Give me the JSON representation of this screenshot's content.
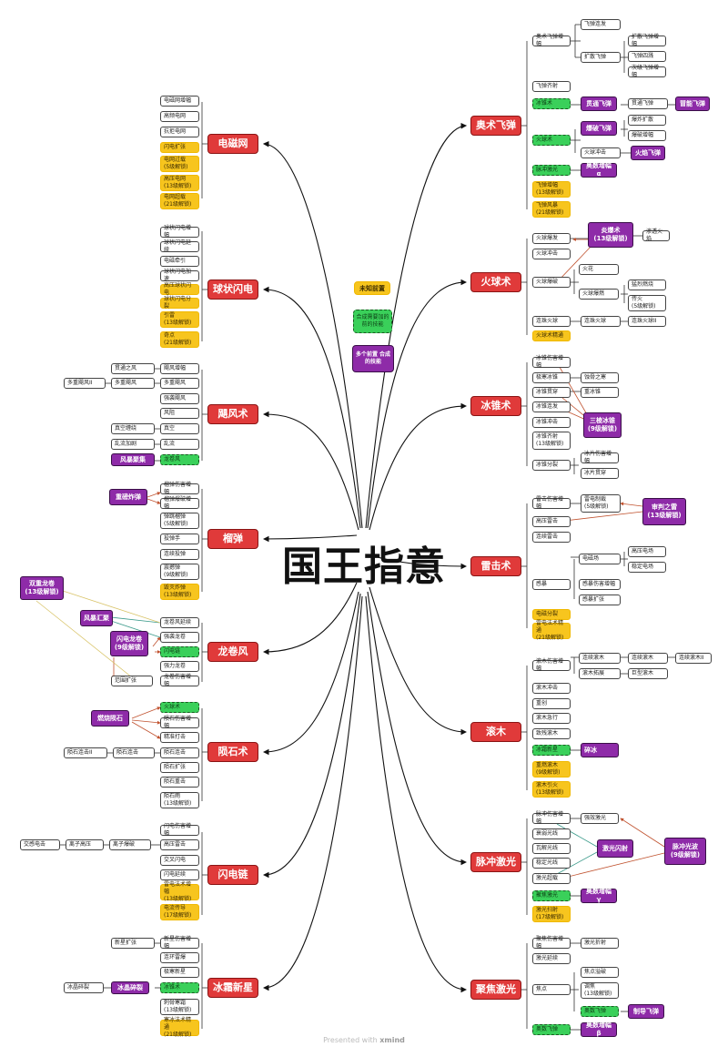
{
  "title": "国王指意",
  "footer": {
    "prefix": "Presented with ",
    "brand": "xmind"
  },
  "legend": [
    {
      "label": "未知前置",
      "style": "yellow"
    },
    {
      "label": "合成需要加的\n前的技能",
      "style": "green"
    },
    {
      "label": "多个前置\n合成的技能",
      "style": "purple"
    }
  ],
  "colors": {
    "main": "#e03a3a",
    "yellow": "#f7c51e",
    "green": "#3ad05a",
    "purple": "#8e2ba8",
    "line": "#333333",
    "link_red": "#c0522f",
    "link_teal": "#3a9a8a",
    "link_yellow": "#d9c46a"
  },
  "main_nodes": {
    "dianciwang": "电磁网",
    "qiuzhuangshandian": "球状闪电",
    "jufengshu": "飓风术",
    "liudan": "榴弹",
    "longjuanfeng": "龙卷风",
    "yunshishu": "陨石术",
    "shandianlian": "闪电链",
    "bingshuangxinxing": "冰霜新星",
    "aoshufeidan": "奥术飞弹",
    "huoqiushu": "火球术",
    "bingzhuishu": "冰锥术",
    "leijishu": "雷击术",
    "gunmu": "滚木",
    "maichongjiguang": "脉冲激光",
    "jujiaojiguang": "聚焦激光"
  },
  "nodes": {
    "dcw1": "电磁网增幅",
    "dcw2": "高频电网",
    "dcw3": "抗拒电网",
    "dcw4": "闪电扩张",
    "dcw5": "电网过载\n(5级解锁)",
    "dcw6": "高压电网\n(13级解锁)",
    "dcw7": "电网超载\n(21级解锁)",
    "qz1": "球状闪电增幅",
    "qz2": "球状闪电延续",
    "qz3": "电磁牵引",
    "qz4": "球状闪电加速",
    "qz5": "高压球状闪电",
    "qz6": "球状闪电分裂",
    "qz7": "引雷\n(13级解锁)",
    "qz8": "奇点\n(21级解锁)",
    "jf1": "飓风增幅",
    "jf2": "多重飓风",
    "jf3": "强袭飓风",
    "jf4": "风阻",
    "jf5": "真空",
    "jf6": "乱流",
    "jf7": "龙卷风",
    "jf1a": "贯通之风",
    "jf2a": "多重飓风",
    "jf2b": "多重飓风II",
    "jf5a": "真空缠绕",
    "jf6a": "乱流加剧",
    "jf7a": "风暴聚集",
    "ld1": "榴弹伤害增幅",
    "ld2": "榴弹爆破增幅",
    "ld3": "弹跳榴弹\n(5级解锁)",
    "ld4": "投弹手",
    "ld5": "连续投弹",
    "ld6": "震撼弹\n(9级解锁)",
    "ld7": "毁灭炸弹\n(13级解锁)",
    "ld_p": "重磅炸弹",
    "lj1": "龙卷风延续",
    "lj2": "强袭龙卷",
    "lj3": "闪电链",
    "lj4": "强力龙卷",
    "lj5": "龙卷伤害增幅",
    "lj5a": "范围扩张",
    "lj_p1": "双重龙卷\n(13级解锁)",
    "lj_p2": "风暴汇聚",
    "lj_p3": "闪电龙卷\n(9级解锁)",
    "ys1": "火球术",
    "ys2": "陨石伤害增幅",
    "ys3": "精准打击",
    "ys4": "陨石连击",
    "ys5": "陨石扩张",
    "ys6": "陨石重击",
    "ys7": "陨石雨\n(13级解锁)",
    "ys4a": "陨石连击",
    "ys4b": "陨石连击II",
    "ys_p": "燃烧陨石",
    "sd1": "闪电伤害增幅",
    "sd2": "高压雷击",
    "sd3": "交叉闪电",
    "sd4": "闪电延续",
    "sd5": "雷电法术增幅\n(13级解锁)",
    "sd6": "电流传导\n(17级解锁)",
    "sd2a": "离子爆破",
    "sd2b": "离子高压",
    "sd2c": "交感电击",
    "bx1": "新星伤害增幅",
    "bx2": "连环雷爆",
    "bx3": "极寒新星",
    "bx4": "冰锥术",
    "bx5": "刺骨寒霜\n(13级解锁)",
    "bx6": "寒冰法术精通\n(21级解锁)",
    "bx1a": "新星扩张",
    "bx4a": "冰晶碎裂",
    "bx4b": "冰晶碎裂",
    "as1": "奥术飞弹增幅",
    "as1a": "飞弹连发",
    "as1b": "扩散飞弹",
    "as1b1": "扩散飞弹增幅",
    "as1b2": "飞弹四溅",
    "as1b3": "次级飞弹增幅",
    "as2": "飞弹齐射",
    "as3": "冰锥术",
    "as3a": "贯通飞弹",
    "as3b": "贯通飞弹",
    "as3c": "冒能飞弹",
    "as4": "火球术",
    "as4a": "爆破飞弹",
    "as4a1": "爆炸扩散",
    "as4a2": "爆破增幅",
    "as4b": "火球冲击",
    "as4c": "火焰飞弹",
    "as5": "脉冲激光",
    "as5a": "奥数增幅α",
    "as6": "飞弹增幅\n(13级解锁)",
    "as7": "飞弹风暴\n(21级解锁)",
    "hq1": "火球爆发",
    "hq2": "火球冲击",
    "hq3": "火球爆破",
    "hq3a": "火花",
    "hq3b": "火球爆燃",
    "hq3b1": "猛烈燃烧",
    "hq3b2": "传火\n(5级解锁)",
    "hq4": "连珠火球",
    "hq4a": "连珠火球",
    "hq4b": "连珠火球II",
    "hq5": "火球术精通",
    "hq_p": "炎爆术\n(13级解锁)",
    "hq_p1": "渗透火焰",
    "bz1": "冰锥伤害增幅",
    "bz2": "极寒冰锥",
    "bz3": "冰锥贯穿",
    "bz4": "冰锥连发",
    "bz5": "冰锥冲击",
    "bz6": "冰锥齐射\n(13级解锁)",
    "bz7": "冰锥分裂",
    "bz2a": "蚀骨之寒",
    "bz2b": "重冰锥",
    "bz7a": "冰片伤害增幅",
    "bz7b": "冰片贯穿",
    "bz_p": "三棱冰锥\n(9级解锁)",
    "lj_1": "雷击伤害增幅",
    "lj_1a": "雷电制裁\n(5级解锁)",
    "lj_2": "高压雷击",
    "lj_3": "连续雷击",
    "lj_4": "感暴",
    "lj_4a": "电磁场",
    "lj_4a1": "高压电场",
    "lj_4a2": "稳定电场",
    "lj_4b": "感暴伤害增幅",
    "lj_4c": "感暴扩张",
    "lj_5": "电磁分裂",
    "lj_6": "雷电法术精通\n(21级解锁)",
    "lj_p": "审判之雷\n(13级解锁)",
    "gm1": "滚木伤害增幅",
    "gm1a": "连续滚木",
    "gm1a1": "连续滚木",
    "gm1a2": "连续滚木II",
    "gm1b": "滚木拓展",
    "gm1b1": "巨型滚木",
    "gm2": "滚木冲击",
    "gm3": "重创",
    "gm4": "滚木急行",
    "gm5": "致残滚木",
    "gm6": "冰霜新星",
    "gm6a": "碎冰",
    "gm7": "重燃滚木\n(9级解锁)",
    "gm8": "滚木引火\n(13级解锁)",
    "mc1": "脉冲伤害增幅",
    "mc1a": "强效激光",
    "mc2": "衰弱光线",
    "mc3": "瓦解光线",
    "mc4": "稳定光线",
    "mc5": "激光超载",
    "mc6": "聚焦激光",
    "mc6a": "奥数增幅γ",
    "mc7": "激光扫射\n(17级解锁)",
    "mc_p1": "激光闪射",
    "mc_p2": "脉冲光波\n(9级解锁)",
    "jj1": "聚焦伤害增幅",
    "jj1a": "激光折射",
    "jj2": "激光延续",
    "jj3": "焦点",
    "jj3a": "焦点溢破",
    "jj3b": "调焦\n(13级解锁)",
    "jj3c": "奥数飞弹",
    "jj3c1": "制导飞弹",
    "jj4": "奥数飞弹",
    "jj4a": "奥数增幅β"
  }
}
